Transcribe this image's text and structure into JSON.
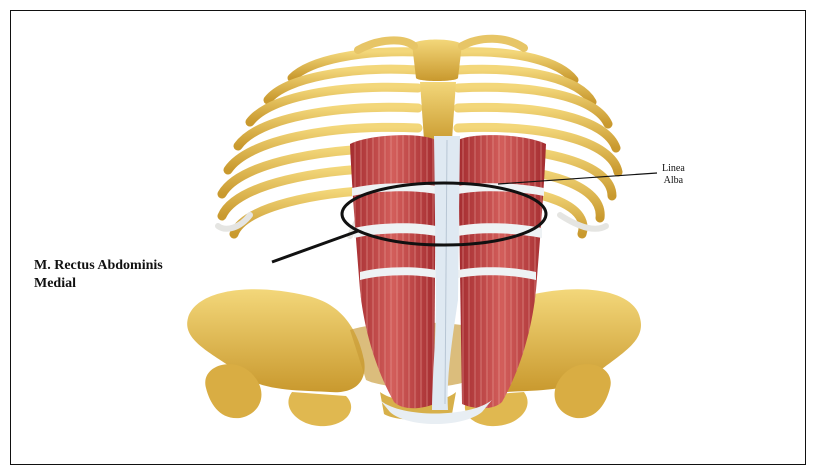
{
  "labels": {
    "rectus": {
      "line1": "M. Rectus Abdominis",
      "line2": "Medial"
    },
    "linea": {
      "line1": "Linea",
      "line2": "Alba"
    }
  },
  "colors": {
    "bone": "#e8c35a",
    "bone_shade": "#c9992e",
    "muscle": "#b8363a",
    "muscle_light": "#e07a74",
    "tendon": "#dfe9f2",
    "ink": "#111111"
  }
}
